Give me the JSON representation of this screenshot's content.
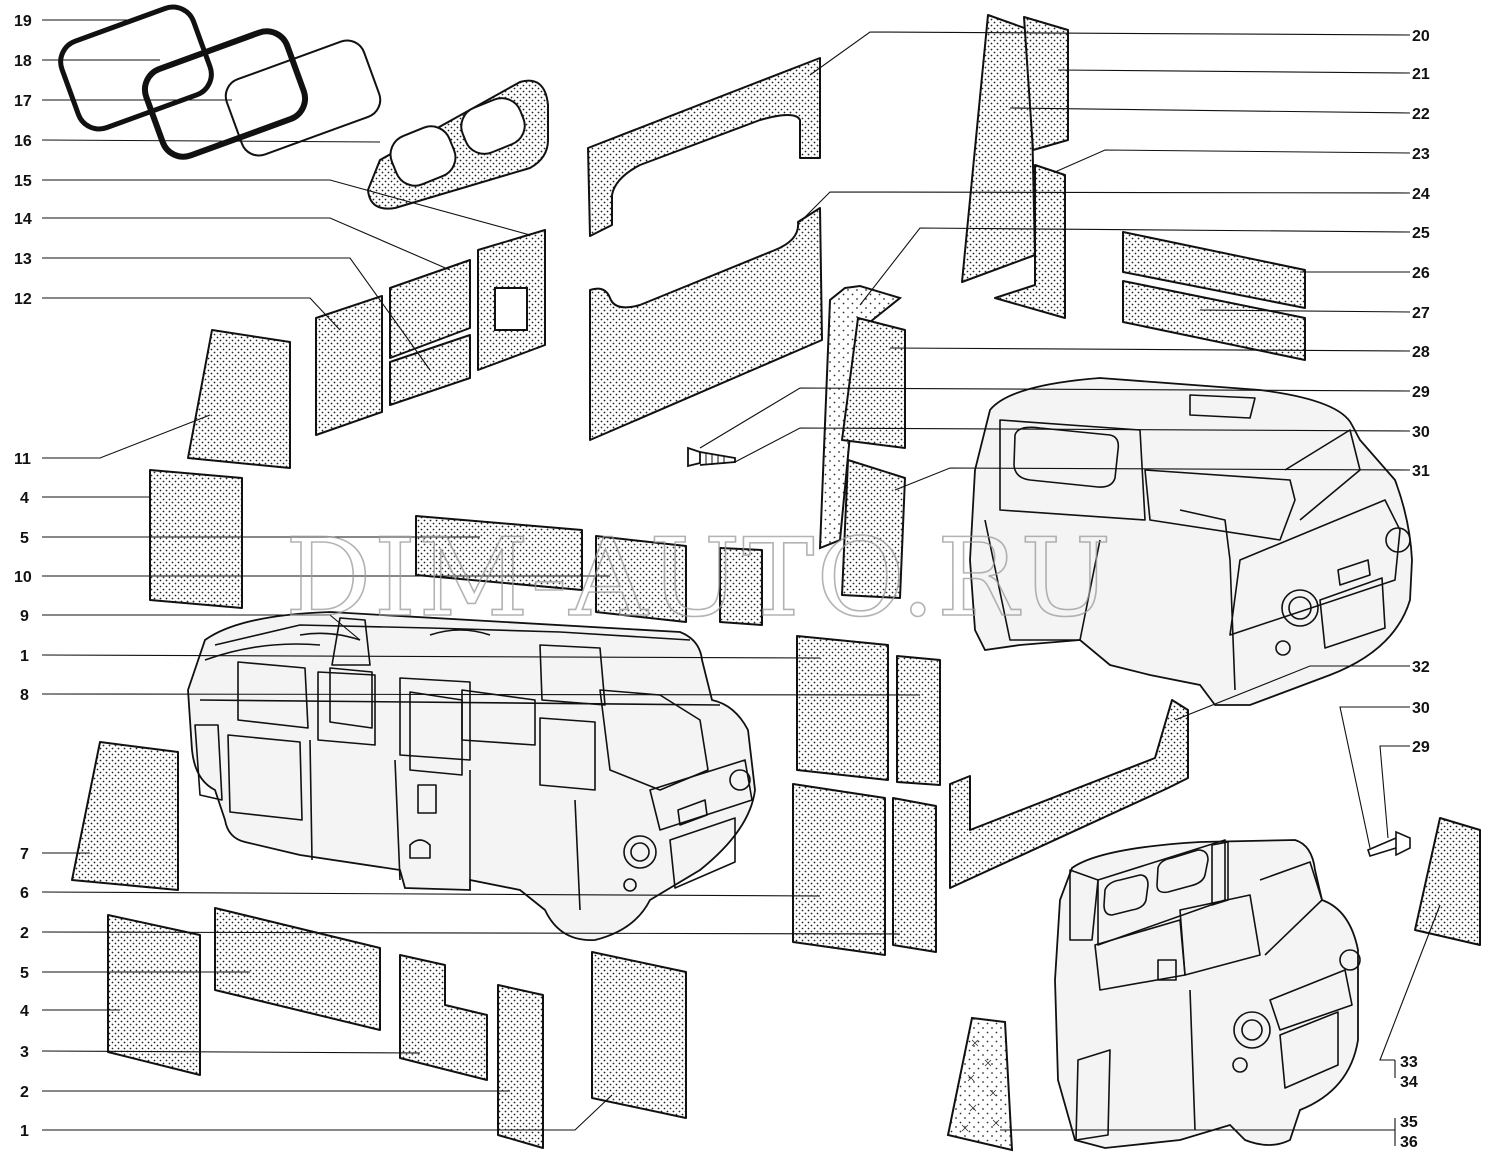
{
  "watermark": "DIM-AUTO.RU",
  "callouts": {
    "left": [
      "19",
      "18",
      "17",
      "16",
      "15",
      "14",
      "13",
      "12",
      "11",
      "4",
      "5",
      "10",
      "9",
      "1",
      "8",
      "7",
      "6",
      "2",
      "5",
      "4",
      "3",
      "2",
      "1"
    ],
    "right": [
      "20",
      "21",
      "22",
      "23",
      "24",
      "25",
      "26",
      "27",
      "28",
      "29",
      "30",
      "31",
      "32",
      "30",
      "29",
      "33",
      "34",
      "35",
      "36"
    ]
  },
  "icons": {
    "van": "uaz-van-body-icon",
    "cab_rear": "uaz-cab-rear-view-icon",
    "cab_front": "uaz-cab-front-view-icon",
    "screw": "screw-icon"
  }
}
